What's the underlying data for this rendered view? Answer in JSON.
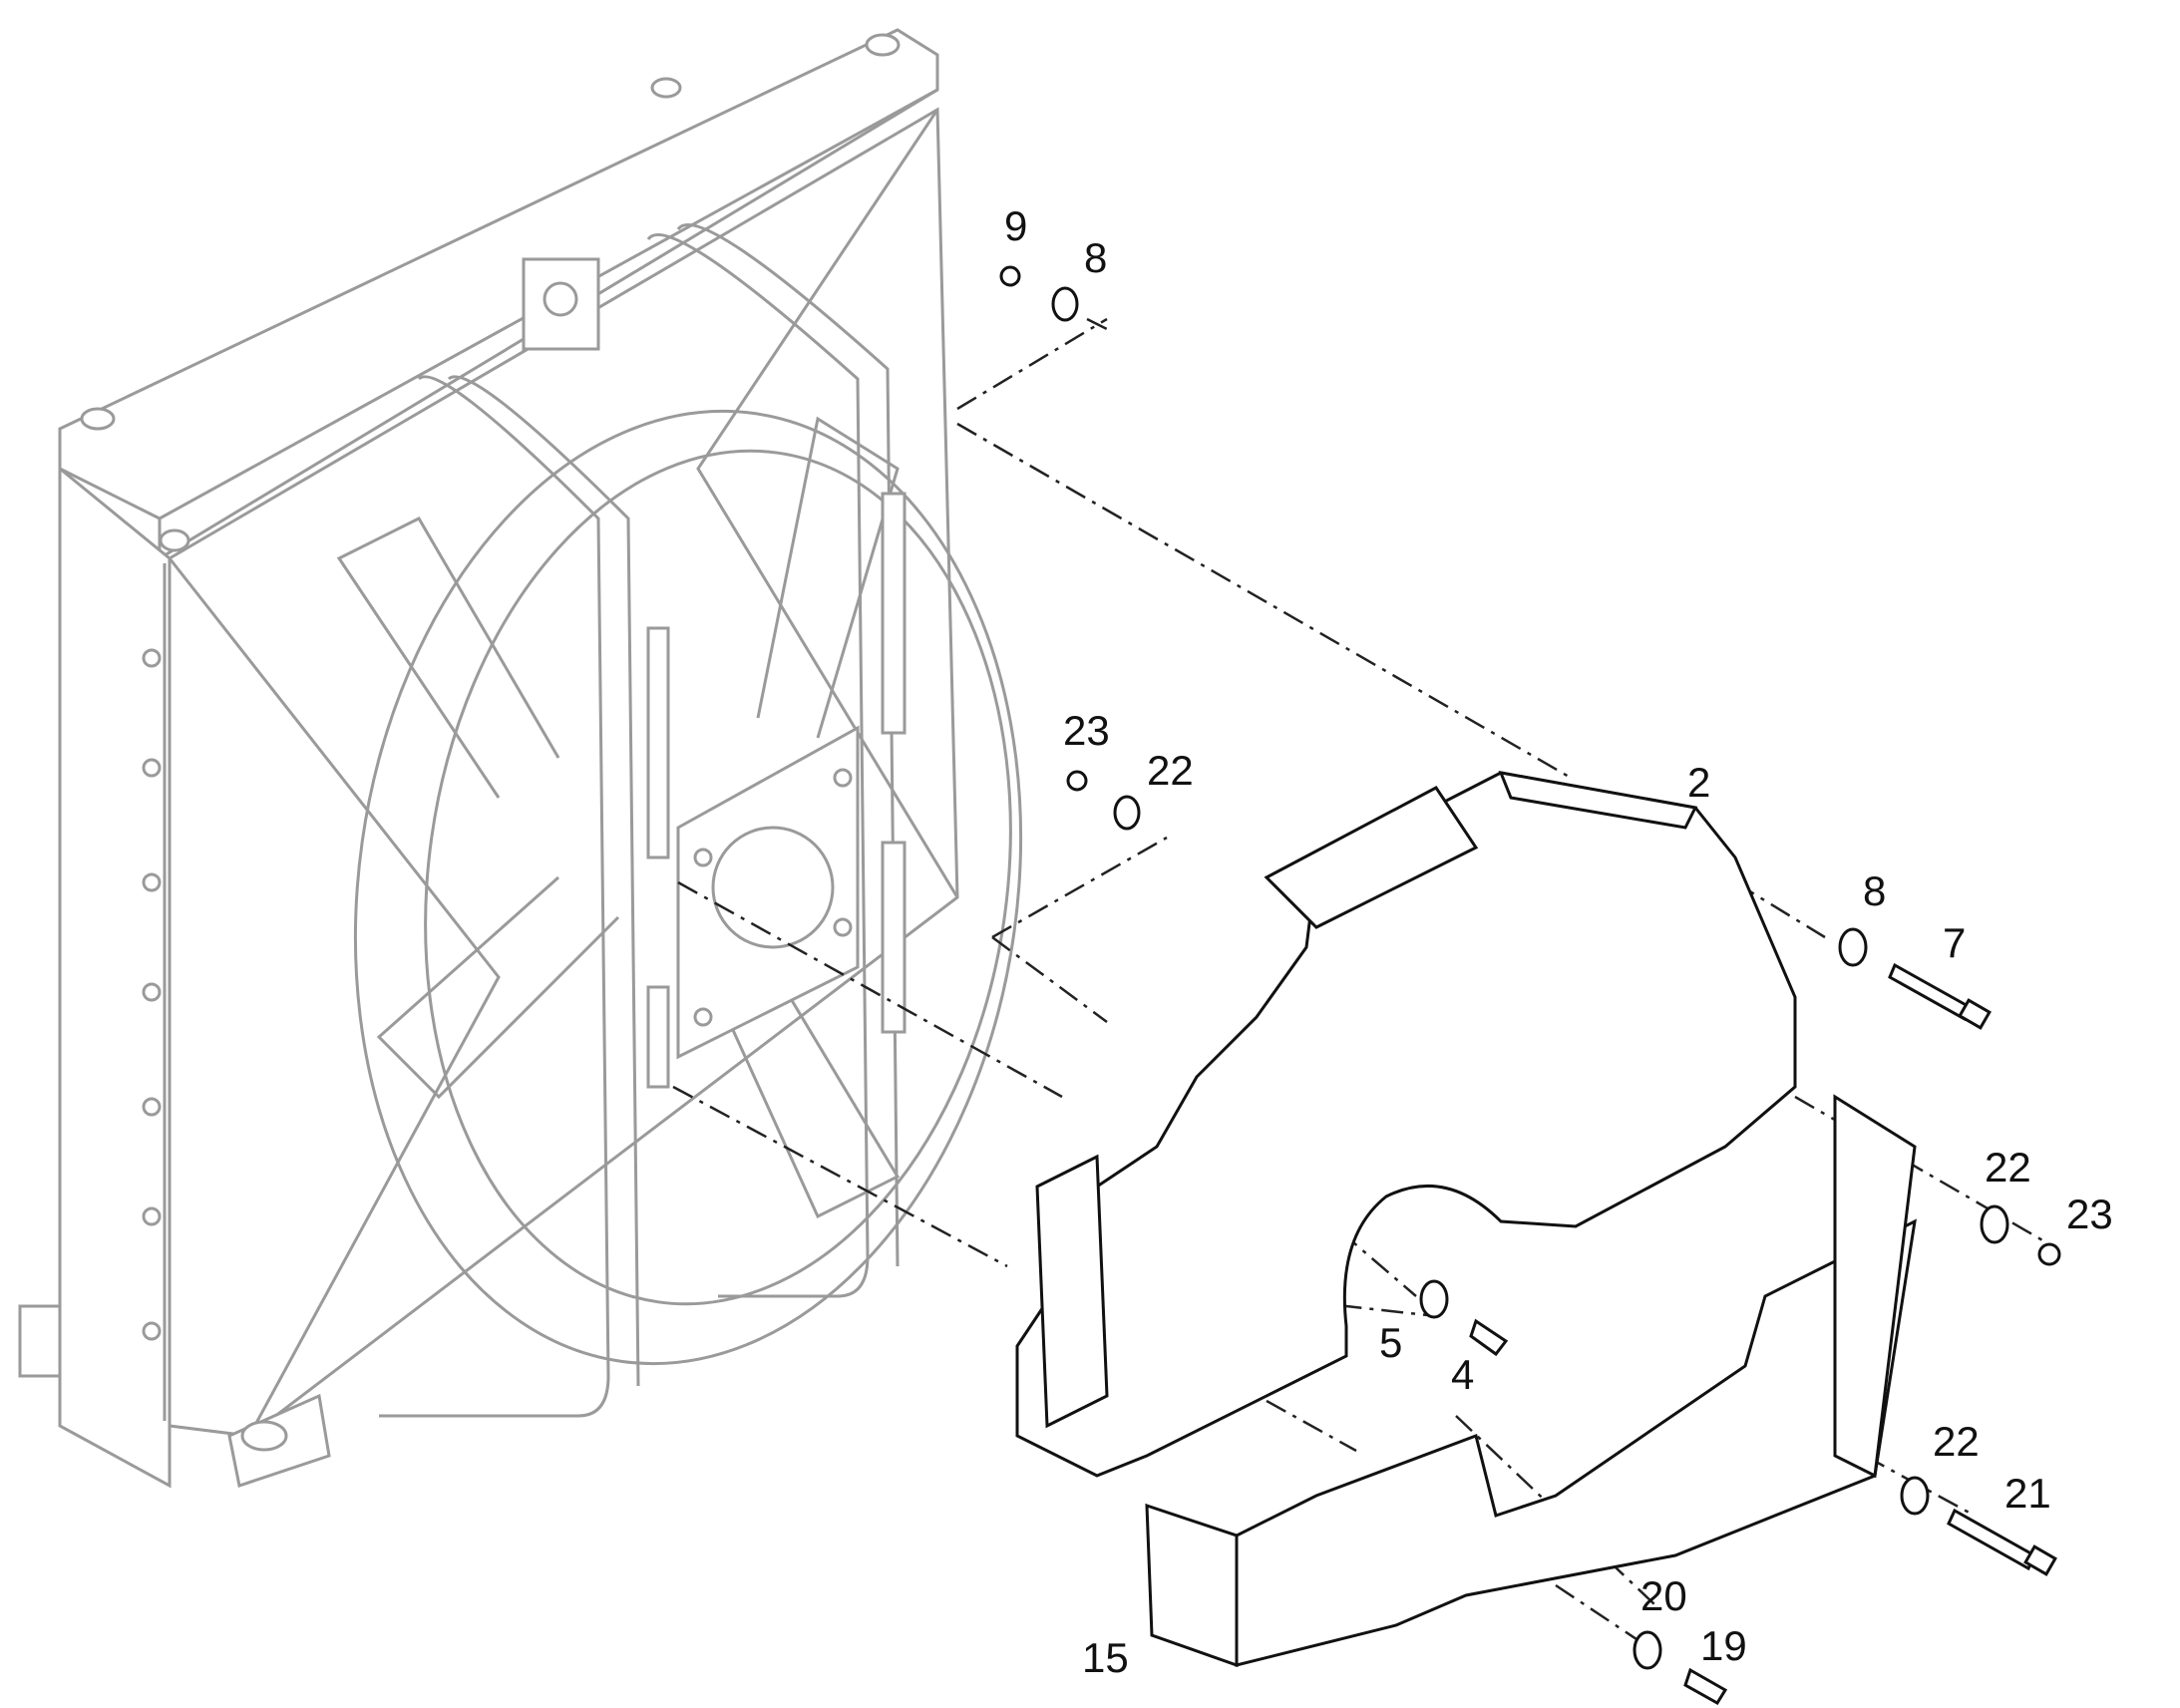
{
  "colors": {
    "background": "#ffffff",
    "ghost_line": "#9a9a9a",
    "part_line": "#111111",
    "label_text": "#111111"
  },
  "callouts": {
    "c9": "9",
    "c8_top": "8",
    "c23_left": "23",
    "c22_left": "22",
    "c2": "2",
    "c8_right": "8",
    "c7": "7",
    "c22_mid": "22",
    "c23_right": "23",
    "c5": "5",
    "c4": "4",
    "c22_low": "22",
    "c21": "21",
    "c20": "20",
    "c19": "19",
    "c15": "15"
  }
}
